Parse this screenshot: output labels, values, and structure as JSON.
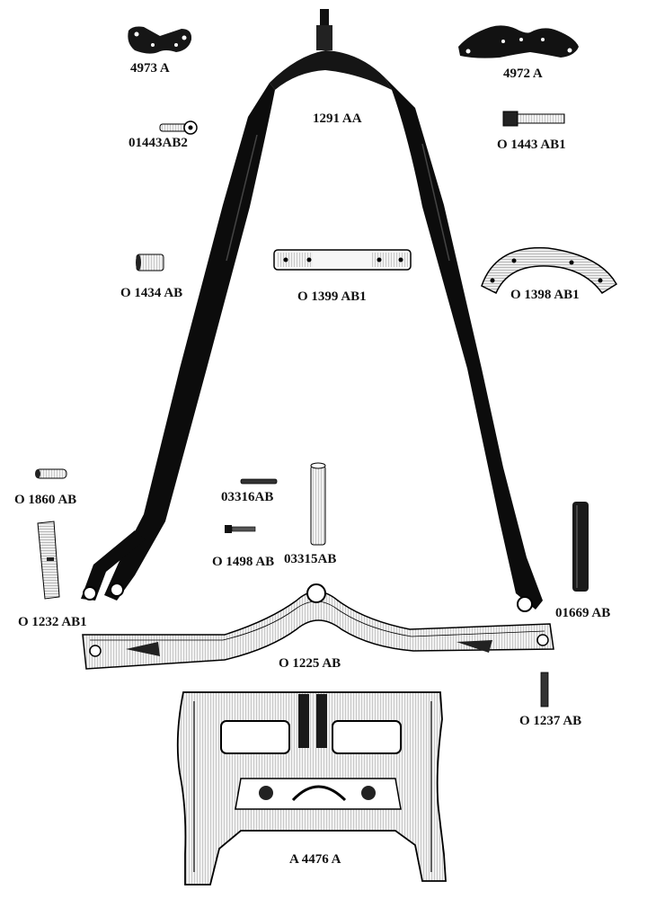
{
  "parts": [
    {
      "id": "p4973A",
      "part_number": "4973 A",
      "icon": "bracket-plate-icon"
    },
    {
      "id": "p4972A",
      "part_number": "4972 A",
      "icon": "bracket-plate-icon"
    },
    {
      "id": "p1291AA",
      "part_number": "1291 AA",
      "icon": "a-frame-icon"
    },
    {
      "id": "p01443AB2",
      "part_number": "01443AB2",
      "icon": "pin-icon"
    },
    {
      "id": "p01443AB1",
      "part_number": "O 1443 AB1",
      "icon": "bolt-icon"
    },
    {
      "id": "p01434AB",
      "part_number": "O 1434 AB",
      "icon": "bushing-icon"
    },
    {
      "id": "p01399AB1",
      "part_number": "O 1399 AB1",
      "icon": "flat-strap-icon"
    },
    {
      "id": "p01398AB1",
      "part_number": "O 1398 AB1",
      "icon": "curved-strap-icon"
    },
    {
      "id": "p01860AB",
      "part_number": "O 1860 AB",
      "icon": "pin-icon"
    },
    {
      "id": "p03316AB",
      "part_number": "03316AB",
      "icon": "pin-icon"
    },
    {
      "id": "p01498AB",
      "part_number": "O 1498 AB",
      "icon": "bolt-icon"
    },
    {
      "id": "p03315AB",
      "part_number": "03315AB",
      "icon": "shaft-icon"
    },
    {
      "id": "p01232AB1",
      "part_number": "O 1232 AB1",
      "icon": "shaft-icon"
    },
    {
      "id": "p01669AB",
      "part_number": "01669 AB",
      "icon": "shaft-icon"
    },
    {
      "id": "p01225AB",
      "part_number": "O 1225 AB",
      "icon": "cross-bar-icon"
    },
    {
      "id": "p01237AB",
      "part_number": "O 1237 AB",
      "icon": "pin-icon"
    },
    {
      "id": "pA4476A",
      "part_number": "A 4476 A",
      "icon": "base-housing-icon"
    }
  ]
}
